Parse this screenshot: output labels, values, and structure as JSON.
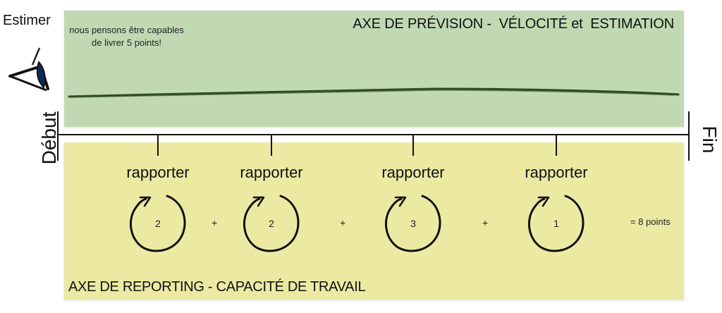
{
  "labels": {
    "estimate": "Estimer",
    "start": "Début",
    "end": "Fin"
  },
  "forecast_axis": {
    "title": "AXE DE PRÉVISION -  VÉLOCITÉ et  ESTIMATION",
    "note": "nous pensons être capables de livrer 5 points!",
    "color": "#c0d9b3"
  },
  "reporting_axis": {
    "title": "AXE DE REPORTING - CAPACITÉ DE TRAVAIL",
    "color": "#ece9a3",
    "iterations": [
      {
        "label": "rapporter",
        "points": "2"
      },
      {
        "label": "rapporter",
        "points": "2"
      },
      {
        "label": "rapporter",
        "points": "3"
      },
      {
        "label": "rapporter",
        "points": "1"
      }
    ],
    "plus_sign": "+",
    "total": "= 8 points"
  },
  "icons": {
    "eye": "eye-icon",
    "cycle": "cycle-arrow-icon"
  }
}
